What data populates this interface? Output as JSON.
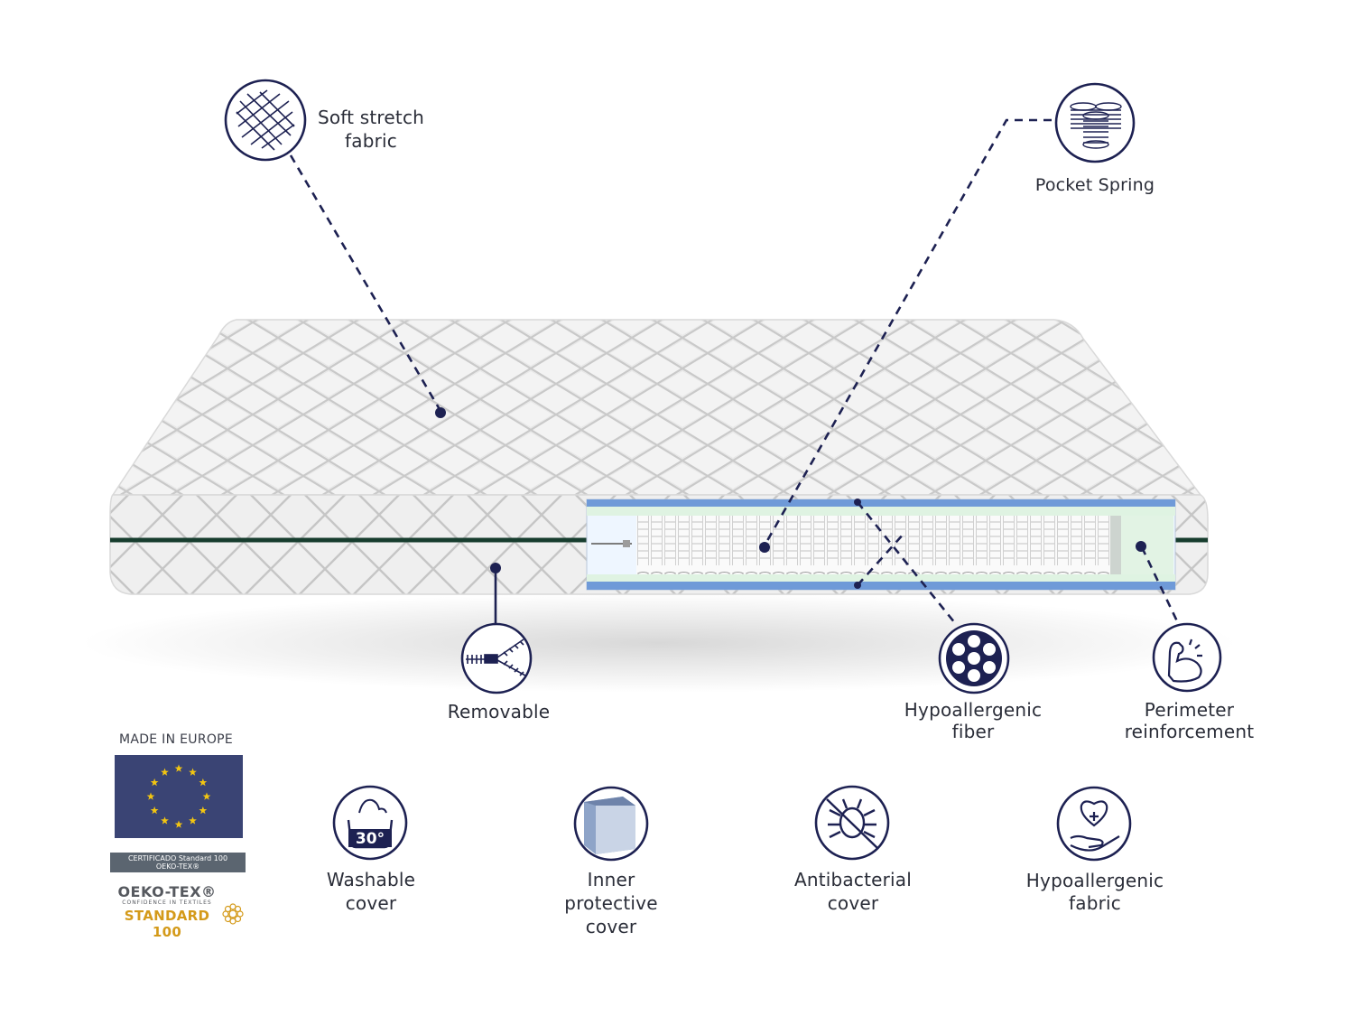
{
  "callouts": {
    "soft_stretch": [
      "Soft stretch",
      "fabric"
    ],
    "pocket_spring": [
      "Pocket Spring"
    ],
    "removable": [
      "Removable"
    ],
    "hypo_fiber": [
      "Hypoallergenic",
      "fiber"
    ],
    "perimeter": [
      "Perimeter",
      "reinforcement"
    ]
  },
  "features": {
    "washable": [
      "Washable",
      "cover"
    ],
    "inner": [
      "Inner",
      "protective",
      "cover"
    ],
    "antibacterial": [
      "Antibacterial",
      "cover"
    ],
    "hypo_fabric": [
      "Hypoallergenic",
      "fabric"
    ]
  },
  "washable_temp": "30°",
  "badges": {
    "made_in": "MADE IN EUROPE",
    "cert_line1": "CERTIFICADO Standard 100",
    "cert_line2": "OEKO-TEX®",
    "oeko_name": "OEKO-TEX®",
    "oeko_sub": "CONFIDENCE IN TEXTILES",
    "oeko_std": "STANDARD 100"
  },
  "colors": {
    "ink": "#1d2152",
    "eu_blue": "#3a4474",
    "eu_star": "#f2c511",
    "zipper": "#173d2e",
    "foam_blue": "#6f9ad8",
    "foam_green": "#dff3e2"
  }
}
